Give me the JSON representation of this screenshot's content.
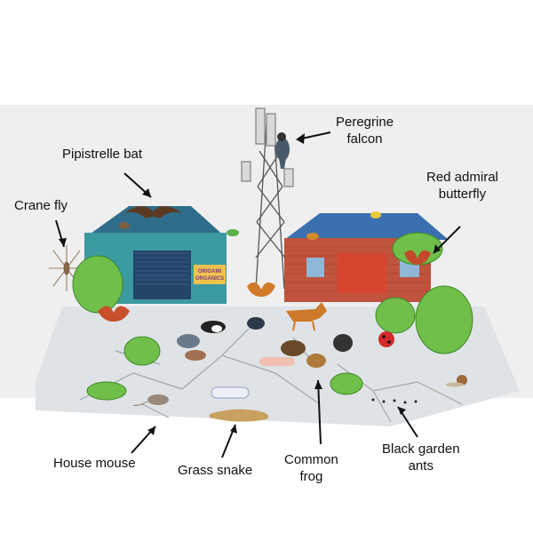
{
  "labels": {
    "peregrine_falcon": "Peregrine\nfalcon",
    "pipistrelle_bat": "Pipistrelle bat",
    "crane_fly": "Crane fly",
    "red_admiral_butterfly": "Red admiral\nbutterfly",
    "house_mouse": "House mouse",
    "grass_snake": "Grass snake",
    "common_frog": "Common\nfrog",
    "black_garden_ants": "Black garden\nants"
  },
  "building_sign": "ORIGAMI\nORGANICS",
  "colors": {
    "background": "#ffffff",
    "wall_shadow": "#eeeeee",
    "mat": "#dfe3e6",
    "teal_building": "#3b9aa0",
    "brick_building": "#c0533e",
    "roof_blue": "#3a6fb0",
    "foliage": "#6fbf4a",
    "tower": "#555555"
  }
}
